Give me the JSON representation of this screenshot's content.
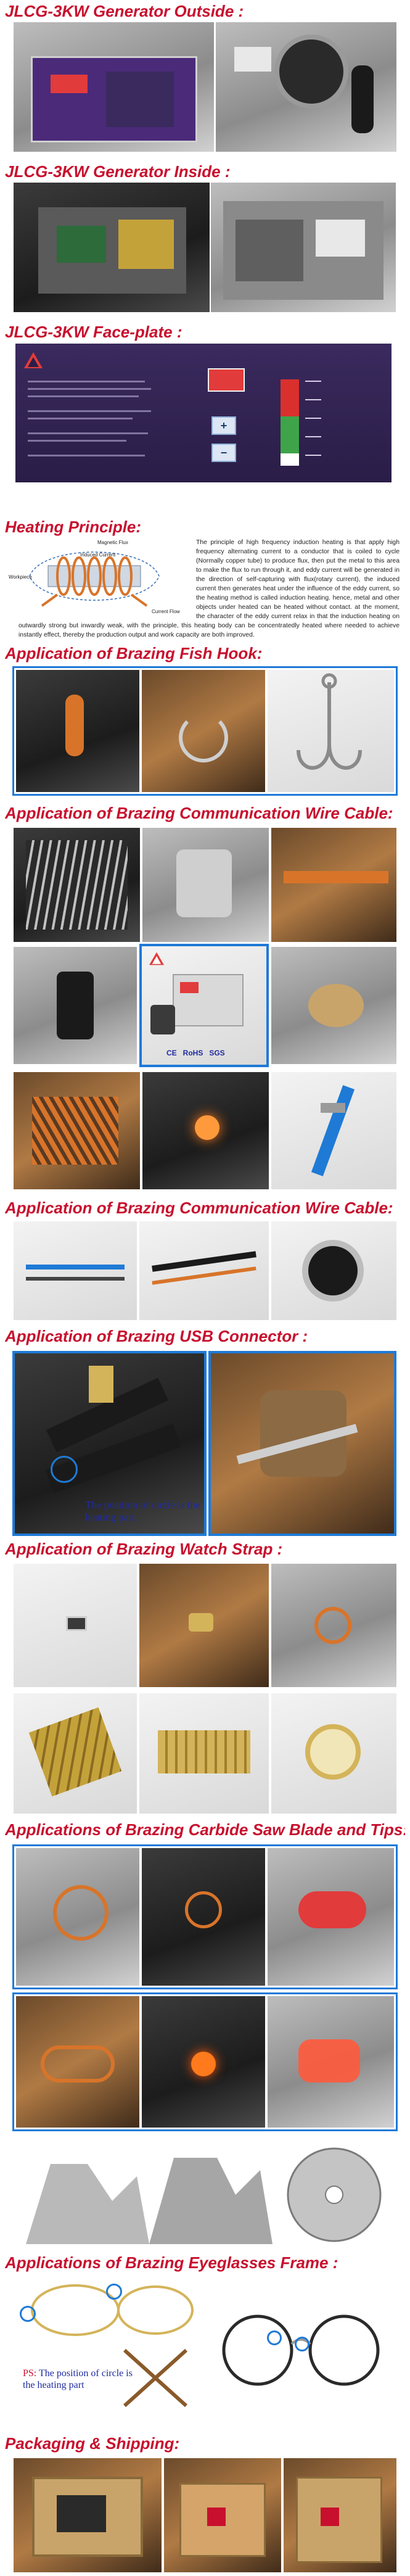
{
  "sections": {
    "outside": "JLCG-3KW Generator Outside :",
    "inside": "JLCG-3KW Generator Inside :",
    "faceplate": "JLCG-3KW Face-plate :",
    "principle": "Heating Principle:",
    "fish_hook": "Application of Brazing Fish Hook:",
    "wire_cable_1": "Application of Brazing Communication Wire Cable:",
    "wire_cable_2": "Application of Brazing Communication Wire Cable:",
    "usb": "Application of Brazing USB Connector :",
    "watch": "Application of Brazing Watch Strap :",
    "saw": "Applications of Brazing Carbide Saw Blade and Tips:",
    "eyeglasses": "Applications of Brazing Eyeglasses Frame :",
    "packaging": "Packaging & Shipping:"
  },
  "principle": {
    "paragraph_right": "The principle of high frequency induction heating is that apply high frequency alternating current to a conductor that is coiled to cycle (Normally copper tube) to produce flux, then put the metal to this area to make the flux to run through it, and eddy current will be generated in the direction of self-capturing with flux(rotary current), the induced current then generates heat under the influence of the eddy current, so the heating method is called induction heating. hence, metal and other objects under heated can be heated without contact. at the moment, the character of the eddy current relax in that the induction heating on the object nearby, the coil is",
    "paragraph_full": "outwardly strong but inwardly weak, with the principle, this heating body can be concentratedly heated where needed to achieve instantly effect, thereby the production output and work capacity are both improved.",
    "diagram_labels": {
      "magnetic_flux": "Magnetic Flux",
      "induced_current": "Induced Current",
      "workpiece": "Workpiece",
      "current_flow": "Current Flow"
    }
  },
  "usb": {
    "caption": "The position of circle is the heating part."
  },
  "eyeglasses": {
    "caption_prefix": "PS:",
    "caption": "The position of circle is the heating part"
  },
  "faceplate": {
    "plus_label": "+",
    "minus_label": "−"
  },
  "certs": [
    "CE",
    "RoHS",
    "SGS"
  ],
  "colors": {
    "title_red": "#c8102e",
    "frame_blue": "#1f7ad6",
    "caption_blue": "#1f2aa0",
    "faceplate_purple": "#2a1d47"
  }
}
